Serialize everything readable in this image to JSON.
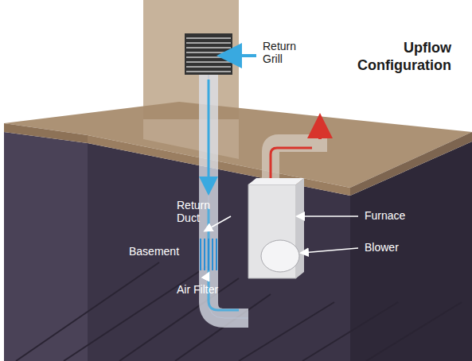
{
  "diagram": {
    "title": "Upflow Configuration",
    "labels": [
      "Return Grill",
      "Return Duct",
      "Furnace",
      "Blower",
      "Basement",
      "Air Filter"
    ]
  }
}
